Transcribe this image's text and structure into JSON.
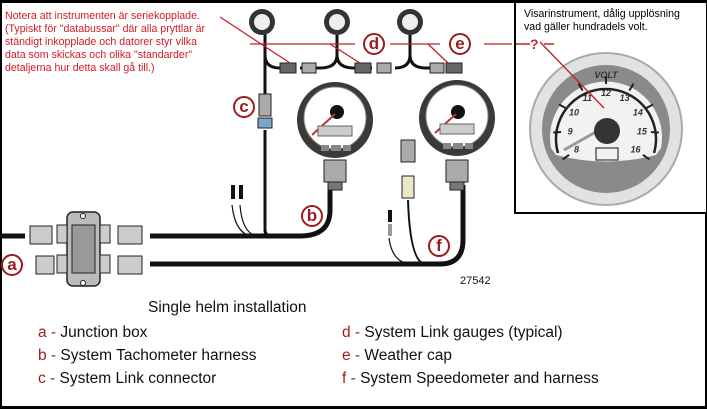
{
  "annotation_note": {
    "lines": [
      "Notera att instrumenten är seriekopplade.",
      "(Typiskt för \"databussar\" där alla pryttlar är",
      "ständigt inkopplade och datorer styr vilka",
      "data som skickas och olika \"standarder\"",
      "detaljerna hur detta skall gå till.)"
    ]
  },
  "inset": {
    "caption_lines": [
      "Visarinstrument, dålig upplösning",
      "vad gäller hundradels volt."
    ],
    "question_mark": "?",
    "gauge": {
      "label": "VOLT",
      "scale_min": 8,
      "scale_max": 16,
      "ticks": [
        "8",
        "9",
        "10",
        "11",
        "12",
        "13",
        "14",
        "15",
        "16"
      ],
      "icon": "battery-icon"
    }
  },
  "callouts": {
    "a": "a",
    "b": "b",
    "c": "c",
    "d": "d",
    "e": "e",
    "f": "f"
  },
  "figure_number": "27542",
  "diagram_title": "Single helm installation",
  "legend": [
    {
      "key": "a -",
      "text": "Junction box"
    },
    {
      "key": "b -",
      "text": "System Tachometer harness"
    },
    {
      "key": "c -",
      "text": "System Link connector"
    },
    {
      "key": "d -",
      "text": "System Link gauges (typical)"
    },
    {
      "key": "e -",
      "text": "Weather cap"
    },
    {
      "key": "f -",
      "text": "System Speedometer and harness"
    }
  ],
  "colors": {
    "annotation_red": "#d01c24",
    "callout_red": "#9b1b1f",
    "cable": "#111111",
    "gauge_bezel": "#3a3a3a"
  }
}
